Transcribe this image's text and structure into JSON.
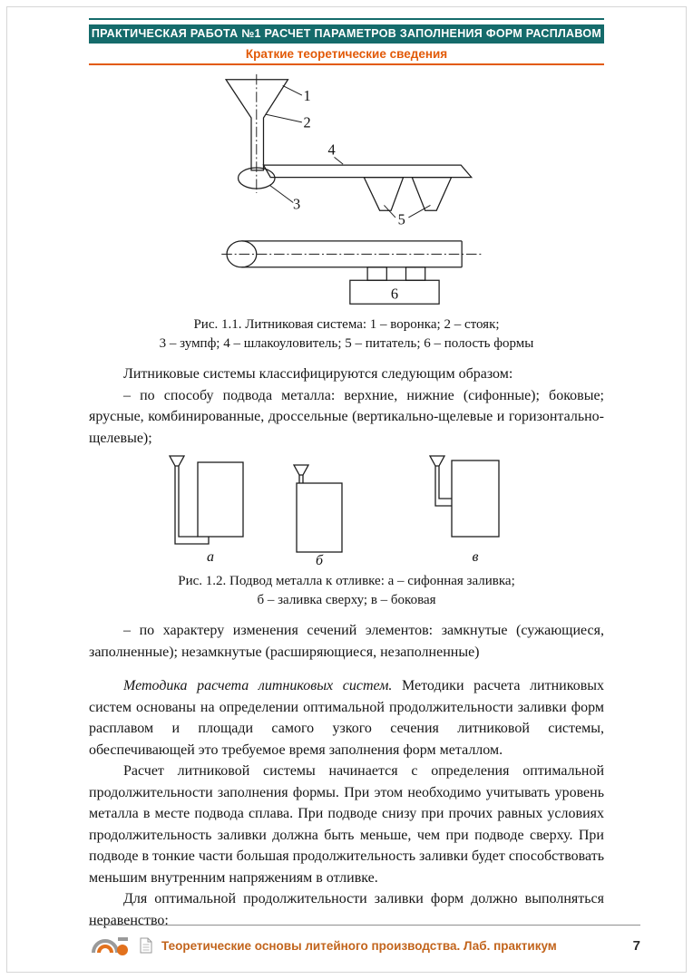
{
  "colors": {
    "teal": "#156b6b",
    "orange": "#e25a08",
    "footer_text": "#c2641c"
  },
  "page": {
    "header": {
      "title": "ПРАКТИЧЕСКАЯ РАБОТА №1 РАСЧЕТ ПАРАМЕТРОВ ЗАПОЛНЕНИЯ ФОРМ РАСПЛАВОМ",
      "subtitle": "Краткие теоретические сведения"
    },
    "figure1": {
      "caption_line1": "Рис. 1.1.  Литниковая система: 1 – воронка; 2 – стояк;",
      "caption_line2": "3 – зумпф; 4 – шлакоуловитель; 5 – питатель; 6 – полость формы",
      "labels": {
        "n1": "1",
        "n2": "2",
        "n3": "3",
        "n4": "4",
        "n5": "5",
        "n6": "6"
      }
    },
    "figure2": {
      "caption_line1": "Рис. 1.2. Подвод металла к отливке: а – сифонная заливка;",
      "caption_line2": "б – заливка сверху; в – боковая",
      "labels": {
        "a": "а",
        "b": "б",
        "v": "в"
      }
    },
    "paragraphs": {
      "p1": "Литниковые системы классифицируются следующим образом:",
      "p2": "– по способу подвода металла: верхние, нижние (сифонные); боковые; ярусные, комбинированные, дроссельные (вертикально-щелевые и горизонтально-щелевые);",
      "p3": "– по характеру изменения сечений элементов: замкнутые (сужающиеся, заполненные); незамкнутые (расширяющиеся, незаполненные)",
      "p4_lead": "Методика расчета литниковых систем.",
      "p4_rest": " Методики расчета литниковых систем основаны на определении оптимальной продолжительности заливки форм расплавом и площади самого узкого сечения литниковой системы, обеспечивающей это требуемое время заполнения форм металлом.",
      "p5": "Расчет литниковой системы начинается с определения оптимальной продолжительности заполнения формы. При этом необходимо учитывать уровень металла в месте подвода сплава. При подводе снизу при прочих равных условиях продолжительность заливки должна быть меньше, чем при подводе сверху. При подводе в тонкие части большая продолжительность заливки будет способствовать меньшим внутренним напряжениям в отливке.",
      "p6": "Для оптимальной продолжительности заливки форм должно выполняться неравенство:"
    },
    "footer": {
      "text": "Теоретические основы литейного производства. Лаб. практикум",
      "page_number": "7"
    }
  }
}
